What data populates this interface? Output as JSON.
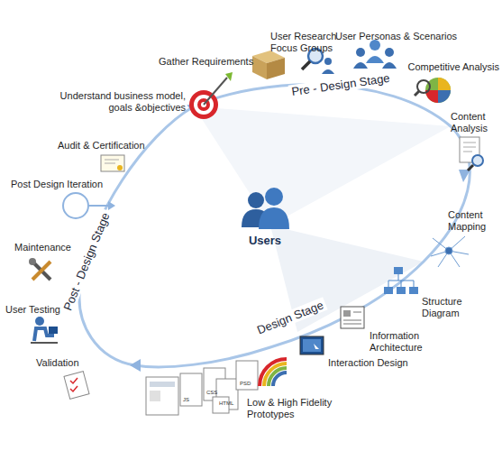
{
  "diagram": {
    "labels": [
      "Understand business model, goals &objectives",
      "Gather Requirements",
      "User Research Focus Groups",
      "User Personas & Scenarios",
      "Competitive Analysis",
      "Content Analysis",
      "Content Mapping",
      "Structure Diagram",
      "Information Architecture",
      "Interaction Design",
      "Low & High Fidelity Prototypes",
      "Audit & Certification",
      "Post Design Iteration",
      "Maintenance",
      "User Testing",
      "Validation",
      "Users",
      "Pre - Design Stage",
      "Design Stage",
      "Post - Design Stage",
      "JS",
      "CSS",
      "HTML",
      "PSD"
    ]
  }
}
